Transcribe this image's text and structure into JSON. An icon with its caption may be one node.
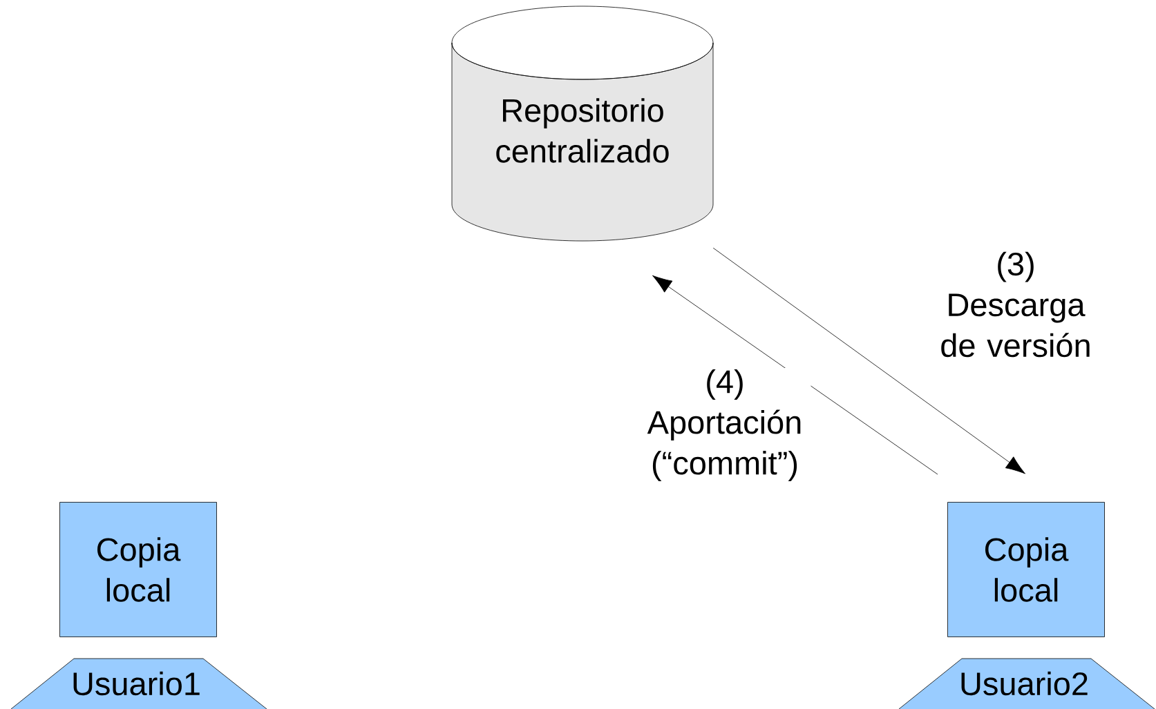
{
  "diagram": {
    "nodes": [
      {
        "text": [
          "Repositorio centralizado"
        ]
      },
      {
        "text": [
          "Copia local"
        ]
      },
      {
        "text": [
          "Usuario1"
        ]
      },
      {
        "text": [
          "Copia local"
        ]
      },
      {
        "text": [
          "Usuario2"
        ]
      }
    ],
    "edges": [
      {
        "from": 0,
        "to": 3,
        "arrow": "to",
        "label": "(3) Descarga de versión"
      },
      {
        "from": 3,
        "to": 0,
        "arrow": "to",
        "label": "(4) Aportación (“commit”)"
      }
    ]
  }
}
